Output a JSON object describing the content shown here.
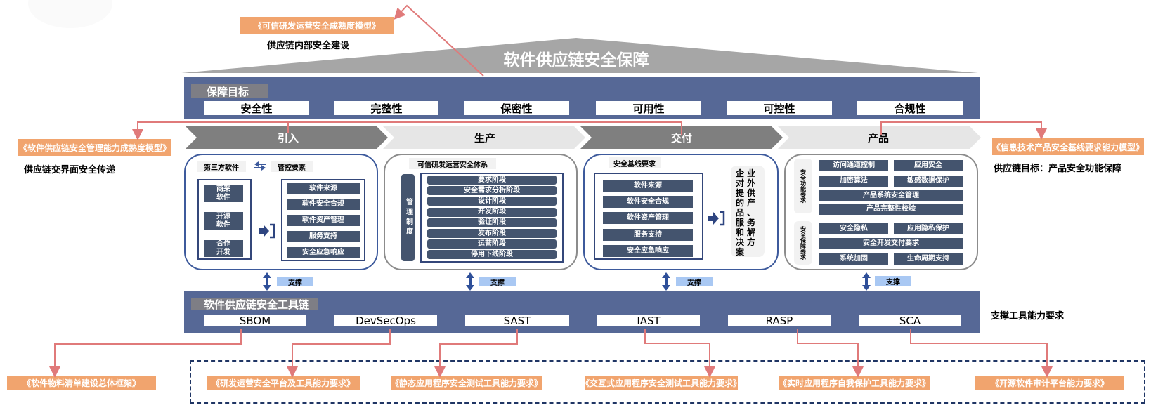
{
  "title": "软件供应链安全保障",
  "top_model": {
    "label": "《可信研发运营安全成熟度模型》",
    "caption": "供应链内部安全建设"
  },
  "left_model": {
    "label": "《软件供应链安全管理能力成熟度模型》",
    "caption": "供应链交界面安全传递"
  },
  "right_model": {
    "label": "《信息技术产品安全基线要求能力模型》",
    "caption": "供应链目标：产品安全功能保障"
  },
  "goals": {
    "title": "保障目标",
    "items": [
      "安全性",
      "完整性",
      "保密性",
      "可用性",
      "可控性",
      "合规性"
    ]
  },
  "stages": [
    "引入",
    "生产",
    "交付",
    "产品"
  ],
  "intro_panel": {
    "third_party": "第三方软件",
    "controls_title": "管控要素",
    "sources": [
      "商采\n软件",
      "开源\n软件",
      "合作\n开发"
    ],
    "controls": [
      "软件来源",
      "软件安全合规",
      "软件资产管理",
      "服务支持",
      "安全应急响应"
    ]
  },
  "production_panel": {
    "title": "可信研发运营安全体系",
    "side_label": "管理制度",
    "phases": [
      "要求阶段",
      "安全需求分析阶段",
      "设计阶段",
      "开发阶段",
      "验证阶段",
      "发布阶段",
      "运营阶段",
      "停用下线阶段"
    ]
  },
  "delivery_panel": {
    "title": "安全基线要求",
    "items": [
      "软件来源",
      "软件安全合规",
      "软件资产管理",
      "服务支持",
      "安全应急响应"
    ],
    "output_text": "企业对外提供的产品、服务和解决方案"
  },
  "product_panel": {
    "function_label": "安全功能要求",
    "assurance_label": "安全保障要求",
    "function_items": {
      "row1": [
        "访问通道控制",
        "应用安全"
      ],
      "row2": [
        "加密算法",
        "敏感数据保护"
      ],
      "row3": "产品系统安全管理",
      "row4": "产品完整性校验"
    },
    "assurance_items": {
      "row1": [
        "安全隐私",
        "应用隐私保护"
      ],
      "row2": "安全开发交付要求",
      "row3": [
        "系统加固",
        "生命周期支持"
      ]
    }
  },
  "support_label": "支撑",
  "toolchain": {
    "title": "软件供应链安全工具链",
    "tools": [
      "SBOM",
      "DevSecOps",
      "SAST",
      "IAST",
      "RASP",
      "SCA"
    ],
    "caption": "支撑工具能力要求"
  },
  "tool_specs": [
    "《软件物料清单建设总体框架》",
    "《研发运营安全平台及工具能力要求》",
    "《静态应用程序安全测试工具能力要求》",
    "《交互式应用程序安全测试工具能力要求》",
    "《实时应用程序自我保护工具能力要求》",
    "《开源软件审计平台能力要求》"
  ],
  "colors": {
    "band": "#566896",
    "orange": "#f1a46e",
    "dark_box": "#44546e",
    "connector": "#e07a7a",
    "stage_dark": "#7f7f7f",
    "stage_light": "#e6e6e6",
    "roof": "#a6a6a6"
  }
}
